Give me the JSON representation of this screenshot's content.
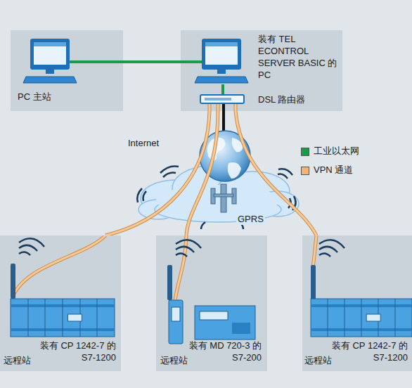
{
  "diagram": {
    "nodes": [
      {
        "text": [
          "PC 主站"
        ]
      },
      {
        "text": [
          "装有 TEL ECONTROL SERVER BASIC 的 PC",
          "DSL 路由器"
        ]
      },
      {
        "text": [
          "装有 CP 1242-7 的 S7-1200",
          "远程站"
        ]
      },
      {
        "text": [
          "装有 MD 720-3 的 S7-200",
          "远程站"
        ]
      },
      {
        "text": [
          "装有 CP 1242-7 的 S7-1200",
          "远程站"
        ]
      }
    ],
    "edges": [
      {
        "from": 0,
        "to": 1,
        "arrow": "none"
      },
      {
        "from": 1,
        "to": 2,
        "arrow": "none"
      },
      {
        "from": 1,
        "to": 3,
        "arrow": "none"
      },
      {
        "from": 1,
        "to": 4,
        "arrow": "none"
      }
    ],
    "labels": [
      "Internet",
      "GPRS"
    ],
    "legend": [
      {
        "text": "工业以太网",
        "color": "#1a9a4a"
      },
      {
        "text": "VPN 通道",
        "color": "#f2b27a"
      }
    ]
  }
}
